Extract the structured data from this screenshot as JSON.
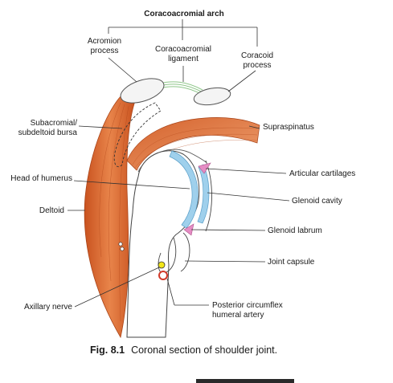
{
  "title": "Coracoacromial arch",
  "labels": {
    "acromion_l1": "Acromion",
    "acromion_l2": "process",
    "ligament_l1": "Coracoacromial",
    "ligament_l2": "ligament",
    "coracoid_l1": "Coracoid",
    "coracoid_l2": "process",
    "bursa_l1": "Subacromial/",
    "bursa_l2": "subdeltoid bursa",
    "supraspinatus": "Supraspinatus",
    "articular": "Articular cartilages",
    "head_humerus": "Head of humerus",
    "glenoid_cavity": "Glenoid cavity",
    "deltoid": "Deltoid",
    "glenoid_labrum": "Glenoid labrum",
    "joint_capsule": "Joint capsule",
    "axillary_nerve": "Axillary nerve",
    "artery_l1": "Posterior circumflex",
    "artery_l2": "humeral artery"
  },
  "caption": {
    "number": "Fig. 8.1",
    "text": "Coronal section of shoulder joint."
  },
  "colors": {
    "muscle": "#e0733a",
    "cartilage": "#9fd0ec",
    "labrum": "#e58cc4",
    "nerve": "#f2e61a",
    "artery": "#d23a2a",
    "ligament": "#c8e8bc"
  }
}
